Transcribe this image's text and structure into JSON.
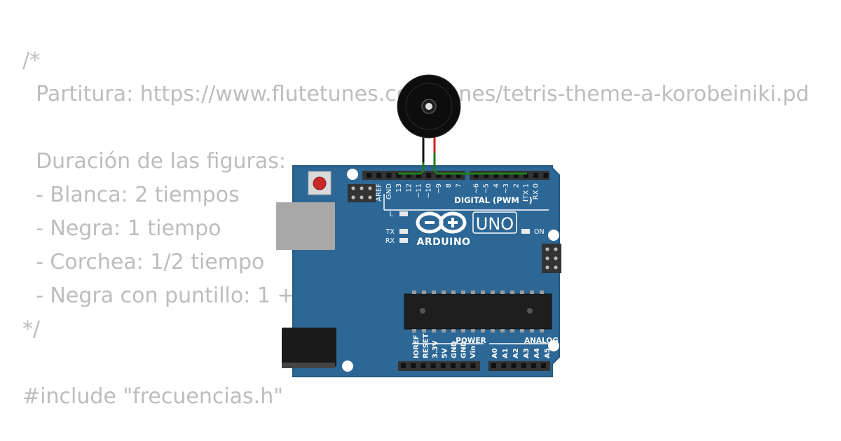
{
  "code": {
    "lines": [
      "/*",
      "  Partitura: https://www.flutetunes.com/tunes/tetris-theme-a-korobeiniki.pd",
      "",
      "  Duración de las figuras:",
      "  - Blanca: 2 tiempos",
      "  - Negra: 1 tiempo",
      "  - Corchea: 1/2 tiempo",
      "  - Negra con puntillo: 1 +",
      "*/",
      "",
      "#include \"frecuencias.h\""
    ]
  },
  "board": {
    "logo_text": "ARDUINO",
    "model": "UNO",
    "digital_label": "DIGITAL (PWM ~)",
    "digital_pins": [
      "AREF",
      "GND",
      "13",
      "12",
      "~11",
      "~10",
      "~9",
      "8",
      "7",
      "~6",
      "~5",
      "4",
      "~3",
      "2",
      "TX 1",
      "RX 0"
    ],
    "power_header_label": "POWER",
    "power_pins": [
      "IOREF",
      "RESET",
      "3.3V",
      "5V",
      "GND",
      "GND",
      "Vin"
    ],
    "analog_header_label": "ANALOG IN",
    "analog_pins": [
      "A0",
      "A1",
      "A2",
      "A3",
      "A4",
      "A5"
    ],
    "led_labels": {
      "l": "L",
      "tx": "TX",
      "rx": "RX",
      "on": "ON"
    },
    "colors": {
      "pcb": "#2c6796",
      "pcb_edge": "#24577f",
      "silkscreen": "#ffffff",
      "header": "#333333"
    }
  },
  "buzzer": {
    "wire_colors": {
      "gnd": "#111111",
      "signal": "#d22020",
      "trace": "#1e7d1e"
    }
  }
}
